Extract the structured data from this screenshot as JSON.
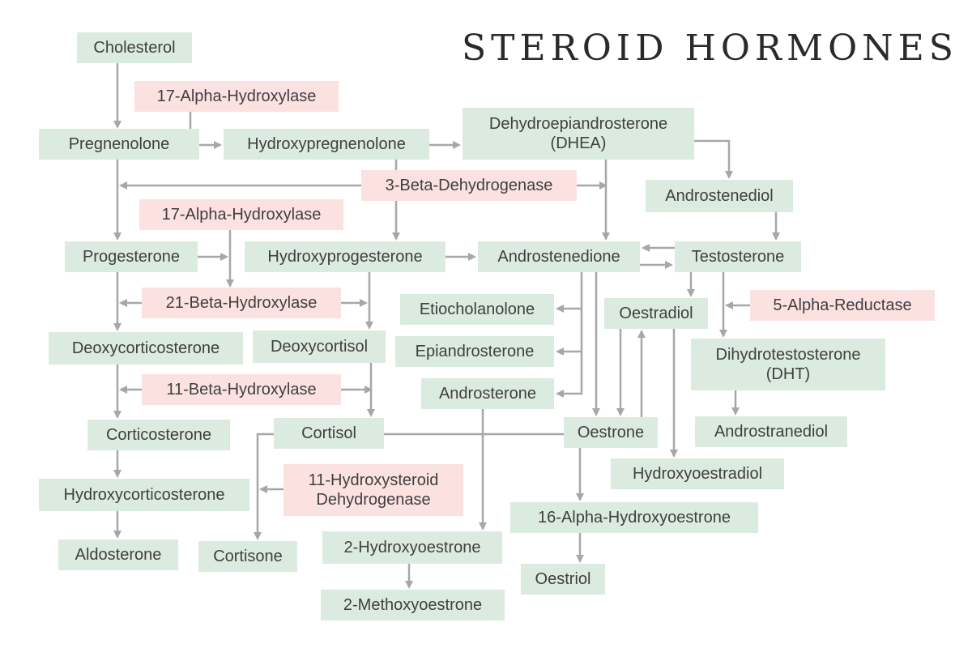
{
  "title": "STEROID HORMONES",
  "colors": {
    "molecule": "#dcebdf",
    "enzyme": "#fbe2e1",
    "arrow": "#a7a7aa",
    "text": "#3f3f3f"
  },
  "molecules": {
    "cholesterol": "Cholesterol",
    "pregnenolone": "Pregnenolone",
    "hydroxypregnenolone": "Hydroxypregnenolone",
    "dhea": "Dehydroepiandrosterone\n(DHEA)",
    "androstenediol": "Androstenediol",
    "progesterone": "Progesterone",
    "hydroxyprogesterone": "Hydroxyprogesterone",
    "androstenedione": "Androstenedione",
    "testosterone": "Testosterone",
    "etiocholanolone": "Etiocholanolone",
    "oestradiol": "Oestradiol",
    "deoxycorticosterone": "Deoxycorticosterone",
    "deoxycortisol": "Deoxycortisol",
    "epiandrosterone": "Epiandrosterone",
    "dht": "Dihydrotestosterone\n(DHT)",
    "androsterone": "Androsterone",
    "corticosterone": "Corticosterone",
    "cortisol": "Cortisol",
    "oestrone": "Oestrone",
    "androstranediol": "Androstranediol",
    "hydroxyoestradiol": "Hydroxyoestradiol",
    "hydroxycorticosterone": "Hydroxycorticosterone",
    "alpha16_hydroxyoestrone": "16-Alpha-Hydroxyoestrone",
    "aldosterone": "Aldosterone",
    "cortisone": "Cortisone",
    "hydroxyoestrone2": "2-Hydroxyoestrone",
    "oestriol": "Oestriol",
    "methoxyoestrone2": "2-Methoxyoestrone"
  },
  "enzymes": {
    "alpha17_a": "17-Alpha-Hydroxylase",
    "beta3": "3-Beta-Dehydrogenase",
    "alpha17_b": "17-Alpha-Hydroxylase",
    "beta21": "21-Beta-Hydroxylase",
    "alpha5": "5-Alpha-Reductase",
    "beta11": "11-Beta-Hydroxylase",
    "hsd11": "11-Hydroxysteroid\nDehydrogenase"
  }
}
